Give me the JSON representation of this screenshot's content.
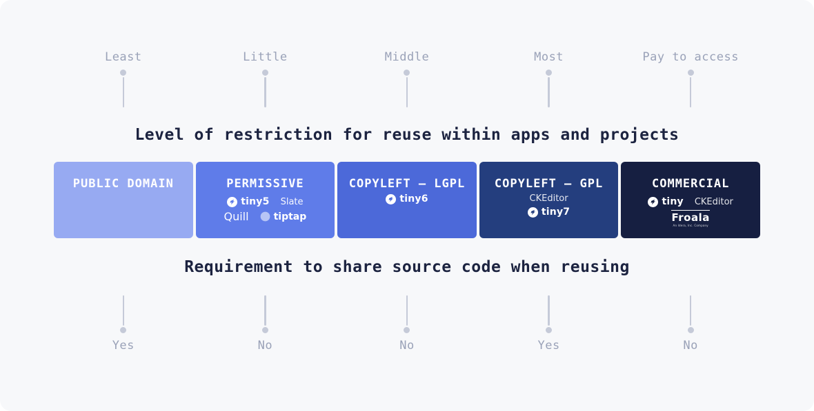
{
  "panel": {
    "bg": "#f7f8fa"
  },
  "top_axis": {
    "label": "Level of restriction for reuse within apps and projects",
    "markers": [
      "Least",
      "Little",
      "Middle",
      "Most",
      "Pay to access"
    ]
  },
  "bottom_axis": {
    "label": "Requirement to share source code when reusing",
    "markers": [
      "Yes",
      "No",
      "No",
      "Yes",
      "No"
    ]
  },
  "colors": {
    "axis_title": "#1c2340",
    "marker_label": "#9aa2b8",
    "pin": "#c5cad8"
  },
  "cards": [
    {
      "title": "PUBLIC DOMAIN",
      "bg": "#97aaf2",
      "logos": {}
    },
    {
      "title": "PERMISSIVE",
      "bg": "#5f7ce9",
      "logos": {
        "tiny": "tiny5",
        "slate": "Slate",
        "quill": "Quill",
        "tiptap": "tiptap"
      }
    },
    {
      "title": "COPYLEFT — LGPL",
      "bg": "#4c69d9",
      "logos": {
        "tiny": "tiny6"
      }
    },
    {
      "title": "COPYLEFT — GPL",
      "bg": "#243e7e",
      "logos": {
        "ckeditor": "CKEditor",
        "tiny": "tiny7"
      }
    },
    {
      "title": "COMMERCIAL",
      "bg": "#161f41",
      "logos": {
        "tiny": "tiny",
        "ckeditor": "CKEditor",
        "froala": "Froala",
        "froala_sub": "An Idera, Inc. Company"
      }
    }
  ]
}
